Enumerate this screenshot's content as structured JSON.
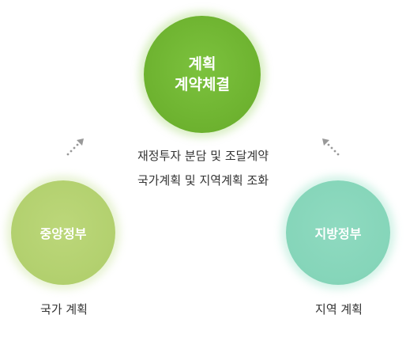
{
  "top_circle": {
    "line1": "계획",
    "line2": "계약체결",
    "color": "#6db22f"
  },
  "left_circle": {
    "label": "중앙정부",
    "color": "#b2d06e"
  },
  "right_circle": {
    "label": "지방정부",
    "color": "#85d5b9"
  },
  "center_text": {
    "line1": "재정투자 분담 및 조달계약",
    "line2": "국가계획 및 지역계획 조화"
  },
  "captions": {
    "left": "국가 계획",
    "right": "지역 계획"
  },
  "arrows": {
    "left_icon": "dotted-arrow-up-right-icon",
    "right_icon": "dotted-arrow-up-left-icon",
    "color": "#999999"
  }
}
